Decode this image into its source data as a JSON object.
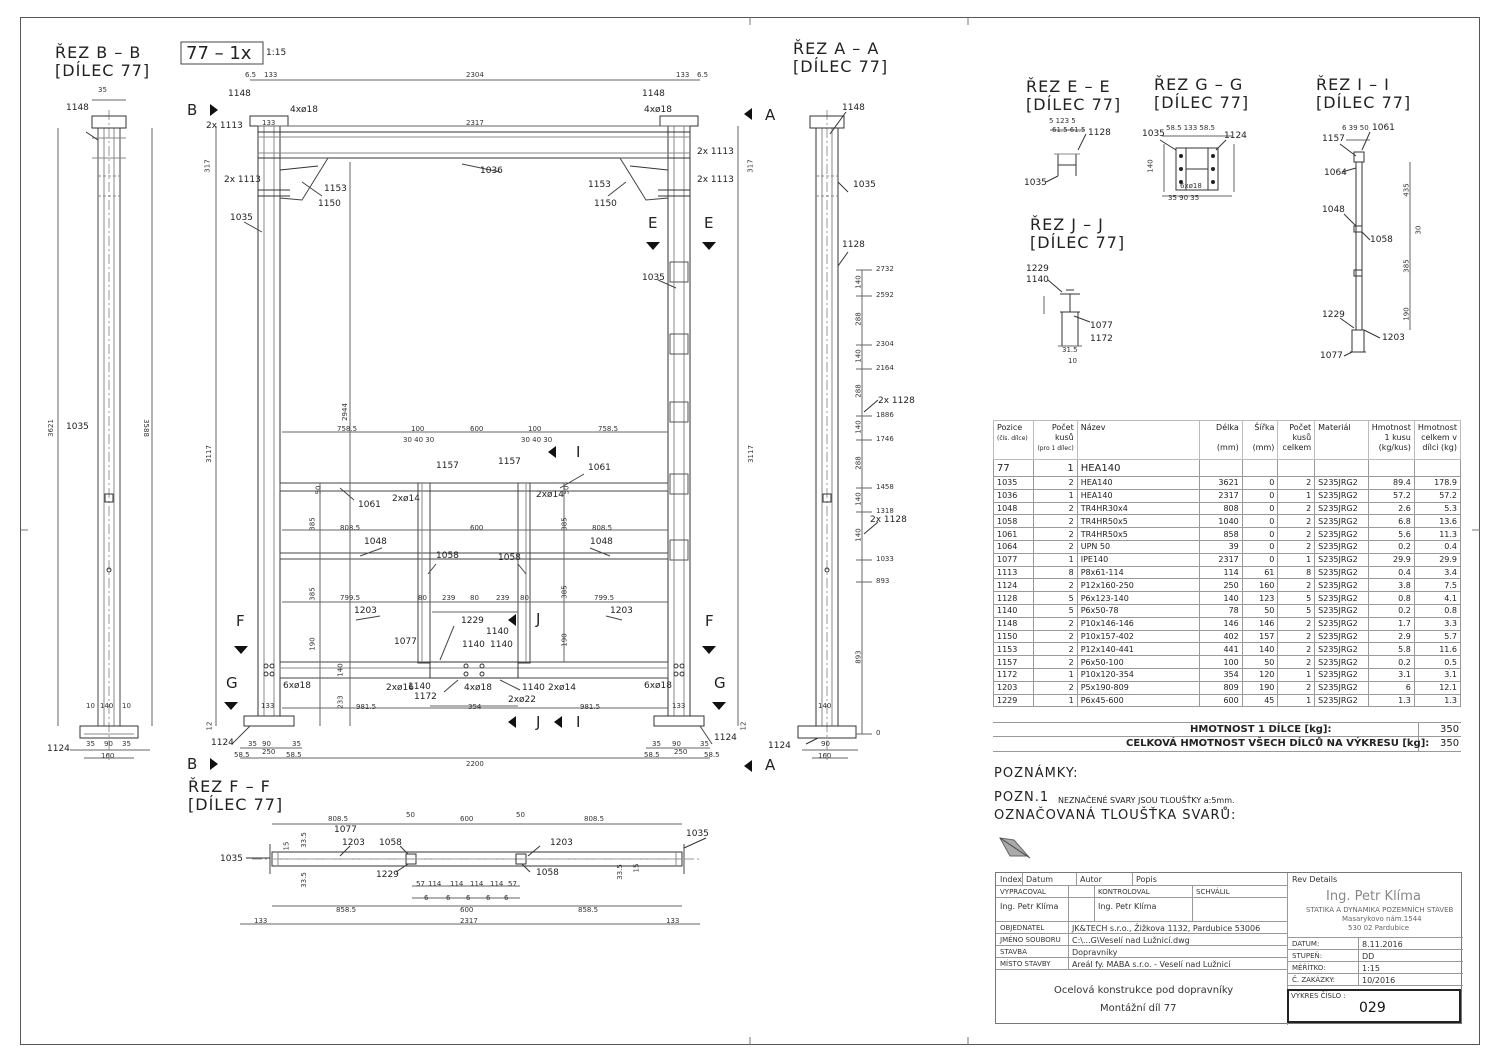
{
  "sections": {
    "b_b": [
      "ŘEZ B – B",
      "[DÍLEC 77]"
    ],
    "a_a": [
      "ŘEZ A – A",
      "[DÍLEC 77]"
    ],
    "e_e": [
      "ŘEZ E – E",
      "[DÍLEC 77]"
    ],
    "g_g": [
      "ŘEZ G – G",
      "[DÍLEC 77]"
    ],
    "i_i": [
      "ŘEZ I – I",
      "[DÍLEC 77]"
    ],
    "j_j": [
      "ŘEZ J – J",
      "[DÍLEC 77]"
    ],
    "f_f": [
      "ŘEZ F – F",
      "[DÍLEC 77]"
    ]
  },
  "main_view": {
    "label": "77 – 1x",
    "scale": "1:15"
  },
  "section_marks": {
    "A": "A",
    "B": "B",
    "E": "E",
    "F": "F",
    "G": "G",
    "I": "I",
    "J": "J"
  },
  "main_labels": {
    "l1148": "1148",
    "bolts4": "4xø18",
    "l2x1113": "2x 1113",
    "l1036": "1036",
    "l1153": "1153",
    "l1150": "1150",
    "l1035": "1035",
    "l1157": "1157",
    "l1061": "1061",
    "weld2x14": "2xø14",
    "l1048": "1048",
    "l1058": "1058",
    "l1203": "1203",
    "l1229": "1229",
    "l1140": "1140",
    "l1077": "1077",
    "l1172": "1172",
    "bolts6": "6xø18",
    "weld2x16": "2xø16",
    "bolts2x22": "2xø22",
    "l1124": "1124",
    "l1128": "1128",
    "l2x1128": "2x 1128"
  },
  "main_dims": {
    "d2304": "2304",
    "d2317": "2317",
    "d133": "133",
    "d65": "6.5",
    "d3117": "3117",
    "d317": "317",
    "d2944": "2944",
    "d758": "758.5",
    "d100": "100",
    "d600": "600",
    "d3040": "30 40 30",
    "d385": "385",
    "d808": "808.5",
    "d799": "799.5",
    "d80": "80",
    "d239": "239",
    "d190": "190",
    "d140": "140",
    "d233": "233",
    "d981": "981.5",
    "d354": "354",
    "d2200": "2200",
    "d250": "250",
    "d58": "58.5",
    "d35": "35",
    "d90": "90",
    "d12": "12",
    "d50": "50",
    "d3621": "3621",
    "d3588": "3588",
    "d160": "160",
    "d10": "10"
  },
  "elev_levels": [
    "2732",
    "2592",
    "2304",
    "2164",
    "1886",
    "1746",
    "1458",
    "1318",
    "1033",
    "893",
    "0"
  ],
  "elev_spans": [
    "140",
    "288",
    "140",
    "288",
    "140",
    "288",
    "140",
    "140",
    "893"
  ],
  "e_e_labels": {
    "l1035": "1035",
    "l1128": "1128",
    "dims": "5 123 5",
    "dims2": "61.5 61.5"
  },
  "g_g_labels": {
    "l1035": "1035",
    "l1124": "1124",
    "bolts": "6xø18",
    "top": "58.5  133  58.5",
    "bottom": "35  90  35",
    "side": "140"
  },
  "i_i_labels": {
    "l1157": "1157",
    "l1061": "1061",
    "l1064": "1064",
    "l1048": "1048",
    "l1058": "1058",
    "l1229": "1229",
    "l1203": "1203",
    "l1077": "1077",
    "d435": "435",
    "d385": "385",
    "d190": "190",
    "d30": "30",
    "top": "6 39 50"
  },
  "j_j_labels": {
    "l1229": "1229",
    "l1140": "1140",
    "l1077": "1077",
    "l1172": "1172",
    "d315": "31.5",
    "d10": "10"
  },
  "f_f_labels": {
    "l1035": "1035",
    "l1077": "1077",
    "l1203": "1203",
    "l1058": "1058",
    "l1229": "1229",
    "d808": "808.5",
    "d50": "50",
    "d600": "600",
    "d858": "858.5",
    "d2317": "2317",
    "d133": "133",
    "d114": "114",
    "d57": "57",
    "d6": "6",
    "d335": "33.5",
    "d15": "15"
  },
  "parts_table": {
    "headers": [
      "Pozice",
      "(čís. dílce)",
      "Počet",
      "kusů",
      "(pro 1 dílec)",
      "Název",
      "Délka",
      "(mm)",
      "Šířka",
      "(mm)",
      "Počet",
      "kusů",
      "celkem",
      "Materiál",
      "Hmotnost",
      "1 kusu",
      "(kg/kus)",
      "Hmotnost",
      "celkem v",
      "dílci (kg)"
    ],
    "group": {
      "pos": "77",
      "count": "1",
      "name": "HEA140"
    },
    "rows": [
      [
        "1035",
        "2",
        "HEA140",
        "3621",
        "0",
        "2",
        "S235JRG2",
        "89.4",
        "178.9"
      ],
      [
        "1036",
        "1",
        "HEA140",
        "2317",
        "0",
        "1",
        "S235JRG2",
        "57.2",
        "57.2"
      ],
      [
        "1048",
        "2",
        "TR4HR30x4",
        "808",
        "0",
        "2",
        "S235JRG2",
        "2.6",
        "5.3"
      ],
      [
        "1058",
        "2",
        "TR4HR50x5",
        "1040",
        "0",
        "2",
        "S235JRG2",
        "6.8",
        "13.6"
      ],
      [
        "1061",
        "2",
        "TR4HR50x5",
        "858",
        "0",
        "2",
        "S235JRG2",
        "5.6",
        "11.3"
      ],
      [
        "1064",
        "2",
        "UPN 50",
        "39",
        "0",
        "2",
        "S235JRG2",
        "0.2",
        "0.4"
      ],
      [
        "1077",
        "1",
        "IPE140",
        "2317",
        "0",
        "1",
        "S235JRG2",
        "29.9",
        "29.9"
      ],
      [
        "1113",
        "8",
        "P8x61-114",
        "114",
        "61",
        "8",
        "S235JRG2",
        "0.4",
        "3.4"
      ],
      [
        "1124",
        "2",
        "P12x160-250",
        "250",
        "160",
        "2",
        "S235JRG2",
        "3.8",
        "7.5"
      ],
      [
        "1128",
        "5",
        "P6x123-140",
        "140",
        "123",
        "5",
        "S235JRG2",
        "0.8",
        "4.1"
      ],
      [
        "1140",
        "5",
        "P6x50-78",
        "78",
        "50",
        "5",
        "S235JRG2",
        "0.2",
        "0.8"
      ],
      [
        "1148",
        "2",
        "P10x146-146",
        "146",
        "146",
        "2",
        "S235JRG2",
        "1.7",
        "3.3"
      ],
      [
        "1150",
        "2",
        "P10x157-402",
        "402",
        "157",
        "2",
        "S235JRG2",
        "2.9",
        "5.7"
      ],
      [
        "1153",
        "2",
        "P12x140-441",
        "441",
        "140",
        "2",
        "S235JRG2",
        "5.8",
        "11.6"
      ],
      [
        "1157",
        "2",
        "P6x50-100",
        "100",
        "50",
        "2",
        "S235JRG2",
        "0.2",
        "0.5"
      ],
      [
        "1172",
        "1",
        "P10x120-354",
        "354",
        "120",
        "1",
        "S235JRG2",
        "3.1",
        "3.1"
      ],
      [
        "1203",
        "2",
        "P5x190-809",
        "809",
        "190",
        "2",
        "S235JRG2",
        "6",
        "12.1"
      ],
      [
        "1229",
        "1",
        "P6x45-600",
        "600",
        "45",
        "1",
        "S235JRG2",
        "1.3",
        "1.3"
      ]
    ],
    "total_part_label": "HMOTNOST 1 DÍLCE [kg]:",
    "total_part_value": "350",
    "total_all_label": "CELKOVÁ HMOTNOST VŠECH DÍLCŮ NA VÝKRESU [kg]:",
    "total_all_value": "350"
  },
  "notes": {
    "title": "POZNÁMKY:",
    "note1_label": "POZN.1",
    "note1_text": "NEZNAČENÉ SVARY JSOU TLOUŠŤKY a:5mm.",
    "weld_title": "OZNAČOVANÁ TLOUŠŤKA SVARŮ:"
  },
  "title_block": {
    "index": "Index",
    "datum": "Datum",
    "autor": "Autor",
    "popis": "Popis",
    "rev": "Rev Details",
    "vypracoval": "VYPRACOVAL",
    "kontroloval": "KONTROLOVAL",
    "schvalil": "SCHVÁLIL",
    "author1": "Ing. Petr Klíma",
    "author2": "Ing. Petr Klíma",
    "company_name": "Ing. Petr Klíma",
    "company_l1": "STATIKA A DYNAMIKA POZEMNÍCH STAVEB",
    "company_l2": "Masarykovo nám.1544",
    "company_l3": "530 02 Pardubice",
    "objednatel_k": "OBJEDNATEL",
    "objednatel_v": "JK&TECH s.r.o., Žižkova 1132, Pardubice 53006",
    "soubor_k": "JMÉNO SOUBORU",
    "soubor_v": "C:\\...G\\Veselí nad Lužnicí.dwg",
    "stavba_k": "STAVBA",
    "stavba_v": "Dopravníky",
    "misto_k": "MÍSTO STAVBY",
    "misto_v": "Areál fy. MABA s.r.o. - Veselí nad Lužnicí",
    "datum_k": "DATUM:",
    "datum_v": "8.11.2016",
    "stupen_k": "STUPEŇ:",
    "stupen_v": "DD",
    "meritko_k": "MĚŘÍTKO:",
    "meritko_v": "1:15",
    "zakazka_k": "Č. ZAKÁZKY:",
    "zakazka_v": "10/2016",
    "desc1": "Ocelová konstrukce pod dopravníky",
    "desc2": "Montážní díl 77",
    "cislo_k": "VÝKRES ČÍSLO :",
    "cislo_v": "029"
  }
}
